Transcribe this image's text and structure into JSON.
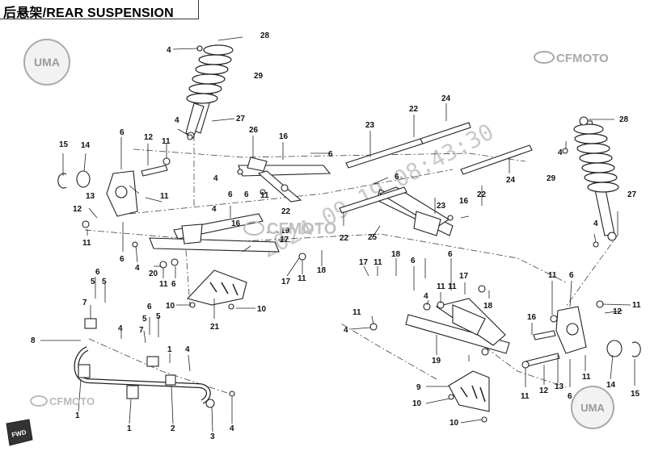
{
  "header": {
    "title": "后悬架/REAR SUSPENSION"
  },
  "logos": {
    "uma": "UMA",
    "cfmoto": "CFMOTO",
    "fwd": "FWD"
  },
  "watermark": {
    "date_text": "2024-09-19  08:43:30"
  },
  "callouts": {
    "c28a": "28",
    "c4a": "4",
    "c29a": "29",
    "c27a": "27",
    "c4b": "4",
    "c15a": "15",
    "c14a": "14",
    "c6a": "6",
    "c12a": "12",
    "c11a": "11",
    "c26": "26",
    "c16a": "16",
    "c6b": "6",
    "c23a": "23",
    "c22a": "22",
    "c24a": "24",
    "c13a": "13",
    "c11b": "11",
    "c4c": "4",
    "c6c": "6",
    "c12b": "12",
    "c11c": "11",
    "c6d": "6",
    "c11d": "11",
    "c22b": "22",
    "c6e": "6",
    "c4d": "4",
    "c16b": "16",
    "c17a": "17",
    "c19a": "19",
    "c6f": "6",
    "c23b": "23",
    "c22c": "22",
    "c24b": "24",
    "c16c": "16",
    "c28b": "28",
    "c4e": "4",
    "c29b": "29",
    "c27b": "27",
    "c4f": "4",
    "c22d": "22",
    "c25": "25",
    "c11e": "11",
    "c18a": "18",
    "c17b": "17",
    "c20": "20",
    "c4g": "4",
    "c11f": "11",
    "c6g": "6",
    "c10a": "10",
    "c10b": "10",
    "c21": "21",
    "c6h": "6",
    "c5a": "5",
    "c7a": "7",
    "c5b": "5",
    "c8": "8",
    "c4h": "4",
    "c6i": "6",
    "c5c": "5",
    "c7b": "7",
    "c5d": "5",
    "c1a": "1",
    "c4i": "4",
    "c1b": "1",
    "c1c": "1",
    "c2": "2",
    "c3": "3",
    "c4j": "4",
    "c17c": "17",
    "c11g": "11",
    "c18b": "18",
    "c6j": "6",
    "c4k": "4",
    "c11h": "11",
    "c6k": "6",
    "c17d": "17",
    "c11i": "11",
    "c18c": "18",
    "c11j": "11",
    "c4l": "4",
    "c19b": "19",
    "c11k": "11",
    "c6l": "6",
    "c12c": "12",
    "c16d": "16",
    "c11l": "11",
    "c12d": "12",
    "c13b": "13",
    "c11m": "11",
    "c14b": "14",
    "c15b": "15",
    "c6m": "6",
    "c9": "9",
    "c10c": "10",
    "c10d": "10"
  }
}
